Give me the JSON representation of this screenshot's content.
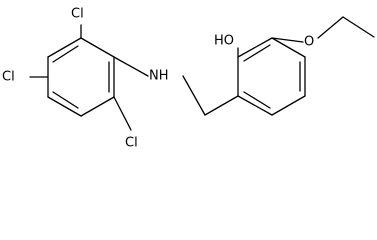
{
  "molecule": {
    "labels": {
      "hydroxyl": "HO",
      "ether_oxygen": "O",
      "amine": "NH",
      "chloro_top": "Cl",
      "chloro_left": "Cl",
      "chloro_bottom": "Cl"
    }
  },
  "colors": {
    "bond": "#000000",
    "text": "#000000",
    "background": "#ffffff"
  }
}
